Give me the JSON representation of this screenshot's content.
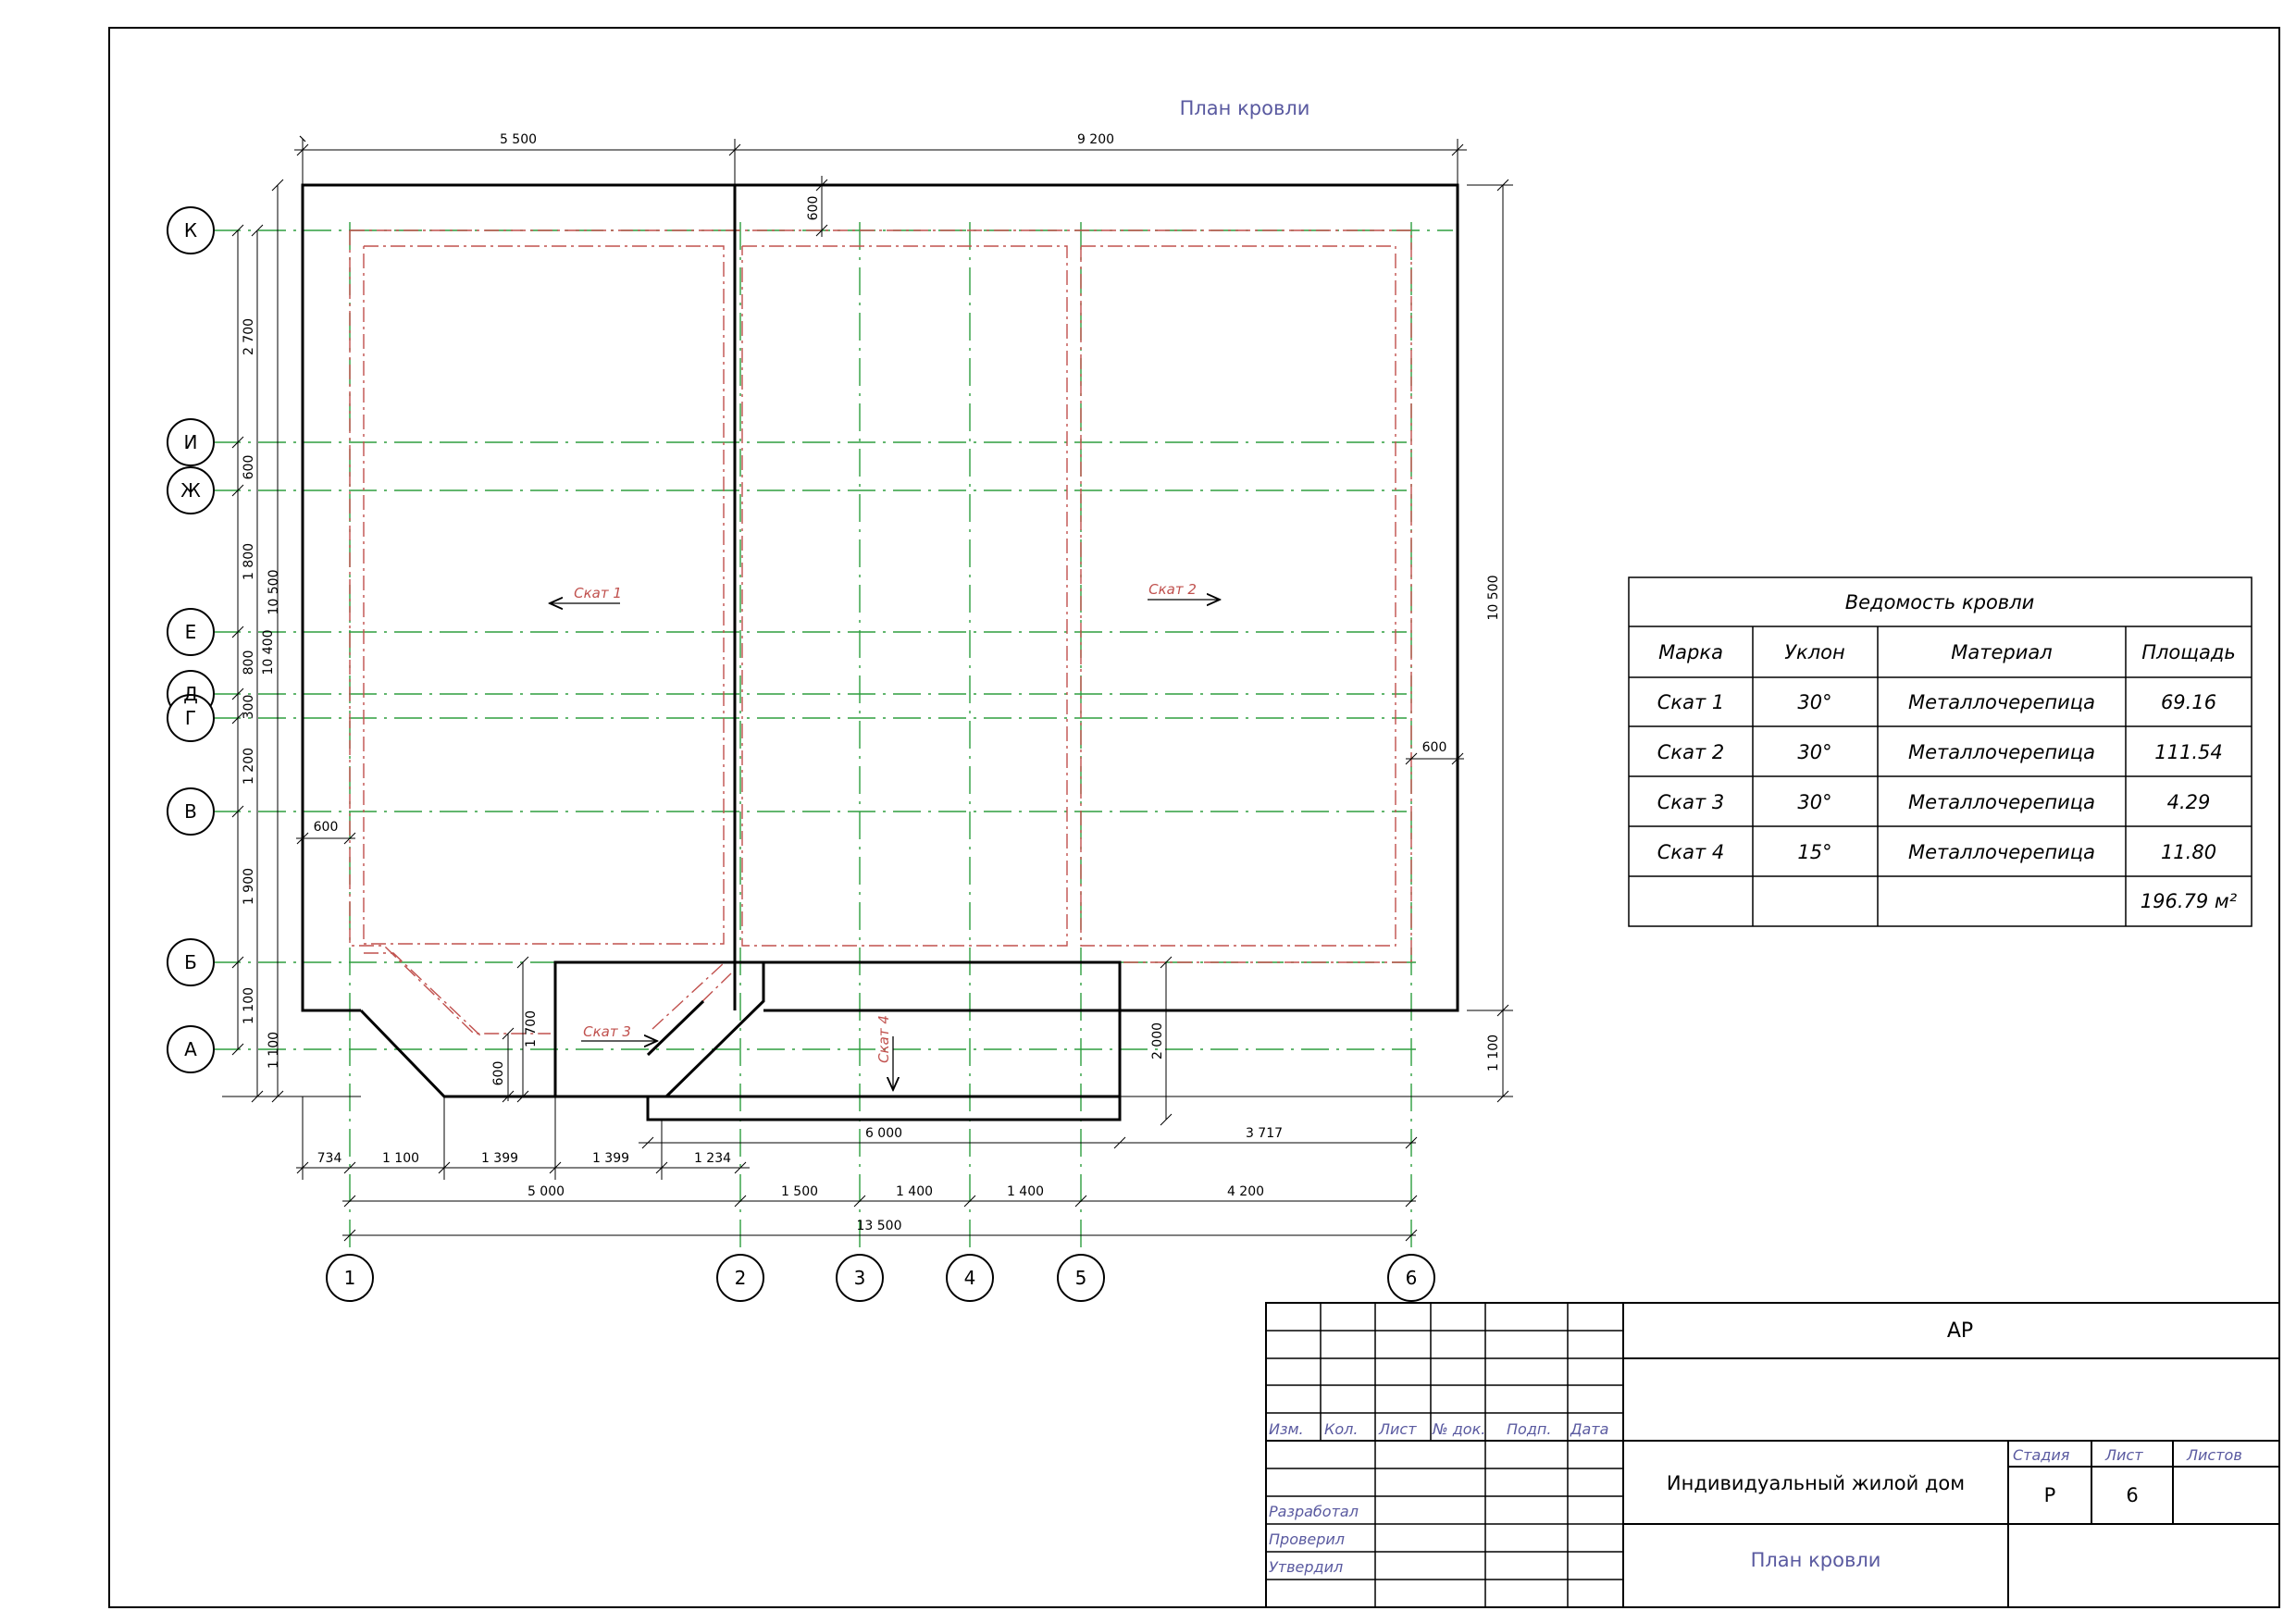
{
  "drawing": {
    "title": "План кровли",
    "axes_letters": [
      "К",
      "И",
      "Ж",
      "Е",
      "Д",
      "Г",
      "В",
      "Б",
      "А"
    ],
    "axes_numbers": [
      "1",
      "2",
      "3",
      "4",
      "5",
      "6"
    ],
    "slopes": {
      "s1": "Скат 1",
      "s2": "Скат 2",
      "s3": "Скат 3",
      "s4": "Скат 4"
    },
    "top_dims": [
      "5 500",
      "9 200"
    ],
    "left_chain": [
      "2 700",
      "600",
      "1 800",
      "800",
      "300",
      "1 200",
      "1 900",
      "1 100",
      "1 100"
    ],
    "left_overall": [
      "10 400",
      "10 500"
    ],
    "right_dims": [
      "10 500",
      "1 100"
    ],
    "eave_dims": [
      "600",
      "600",
      "600",
      "600"
    ],
    "porch_dims": [
      "1 700",
      "2 000"
    ],
    "bottom_row1": [
      "734",
      "1 100",
      "1 399",
      "1 399",
      "1 234"
    ],
    "bottom_row_porch": [
      "6 000",
      "3 717"
    ],
    "bottom_row2": [
      "5 000",
      "1 500",
      "1 400",
      "1 400",
      "4 200"
    ],
    "bottom_total": "13 500"
  },
  "table": {
    "title": "Ведомость кровли",
    "headers": [
      "Марка",
      "Уклон",
      "Материал",
      "Площадь"
    ],
    "rows": [
      [
        "Скат 1",
        "30°",
        "Металлочерепица",
        "69.16"
      ],
      [
        "Скат 2",
        "30°",
        "Металлочерепица",
        "111.54"
      ],
      [
        "Скат 3",
        "30°",
        "Металлочерепица",
        "4.29"
      ],
      [
        "Скат 4",
        "15°",
        "Металлочерепица",
        "11.80"
      ]
    ],
    "total": "196.79 м²"
  },
  "titleblock": {
    "code": "АР",
    "labels": [
      "Изм.",
      "Кол.",
      "Лист",
      "№ док.",
      "Подп.",
      "Дата"
    ],
    "roles": [
      "Разработал",
      "Проверил",
      "Утвердил"
    ],
    "project": "Индивидуальный жилой дом",
    "stage_label": "Стадия",
    "sheet_label": "Лист",
    "sheets_label": "Листов",
    "stage": "Р",
    "sheet": "6",
    "sheet_name": "План кровли"
  },
  "colors": {
    "outline": "#000000",
    "roof": "#c0504d",
    "axis": "#2e9e3e",
    "label": "#5a5aa0"
  }
}
